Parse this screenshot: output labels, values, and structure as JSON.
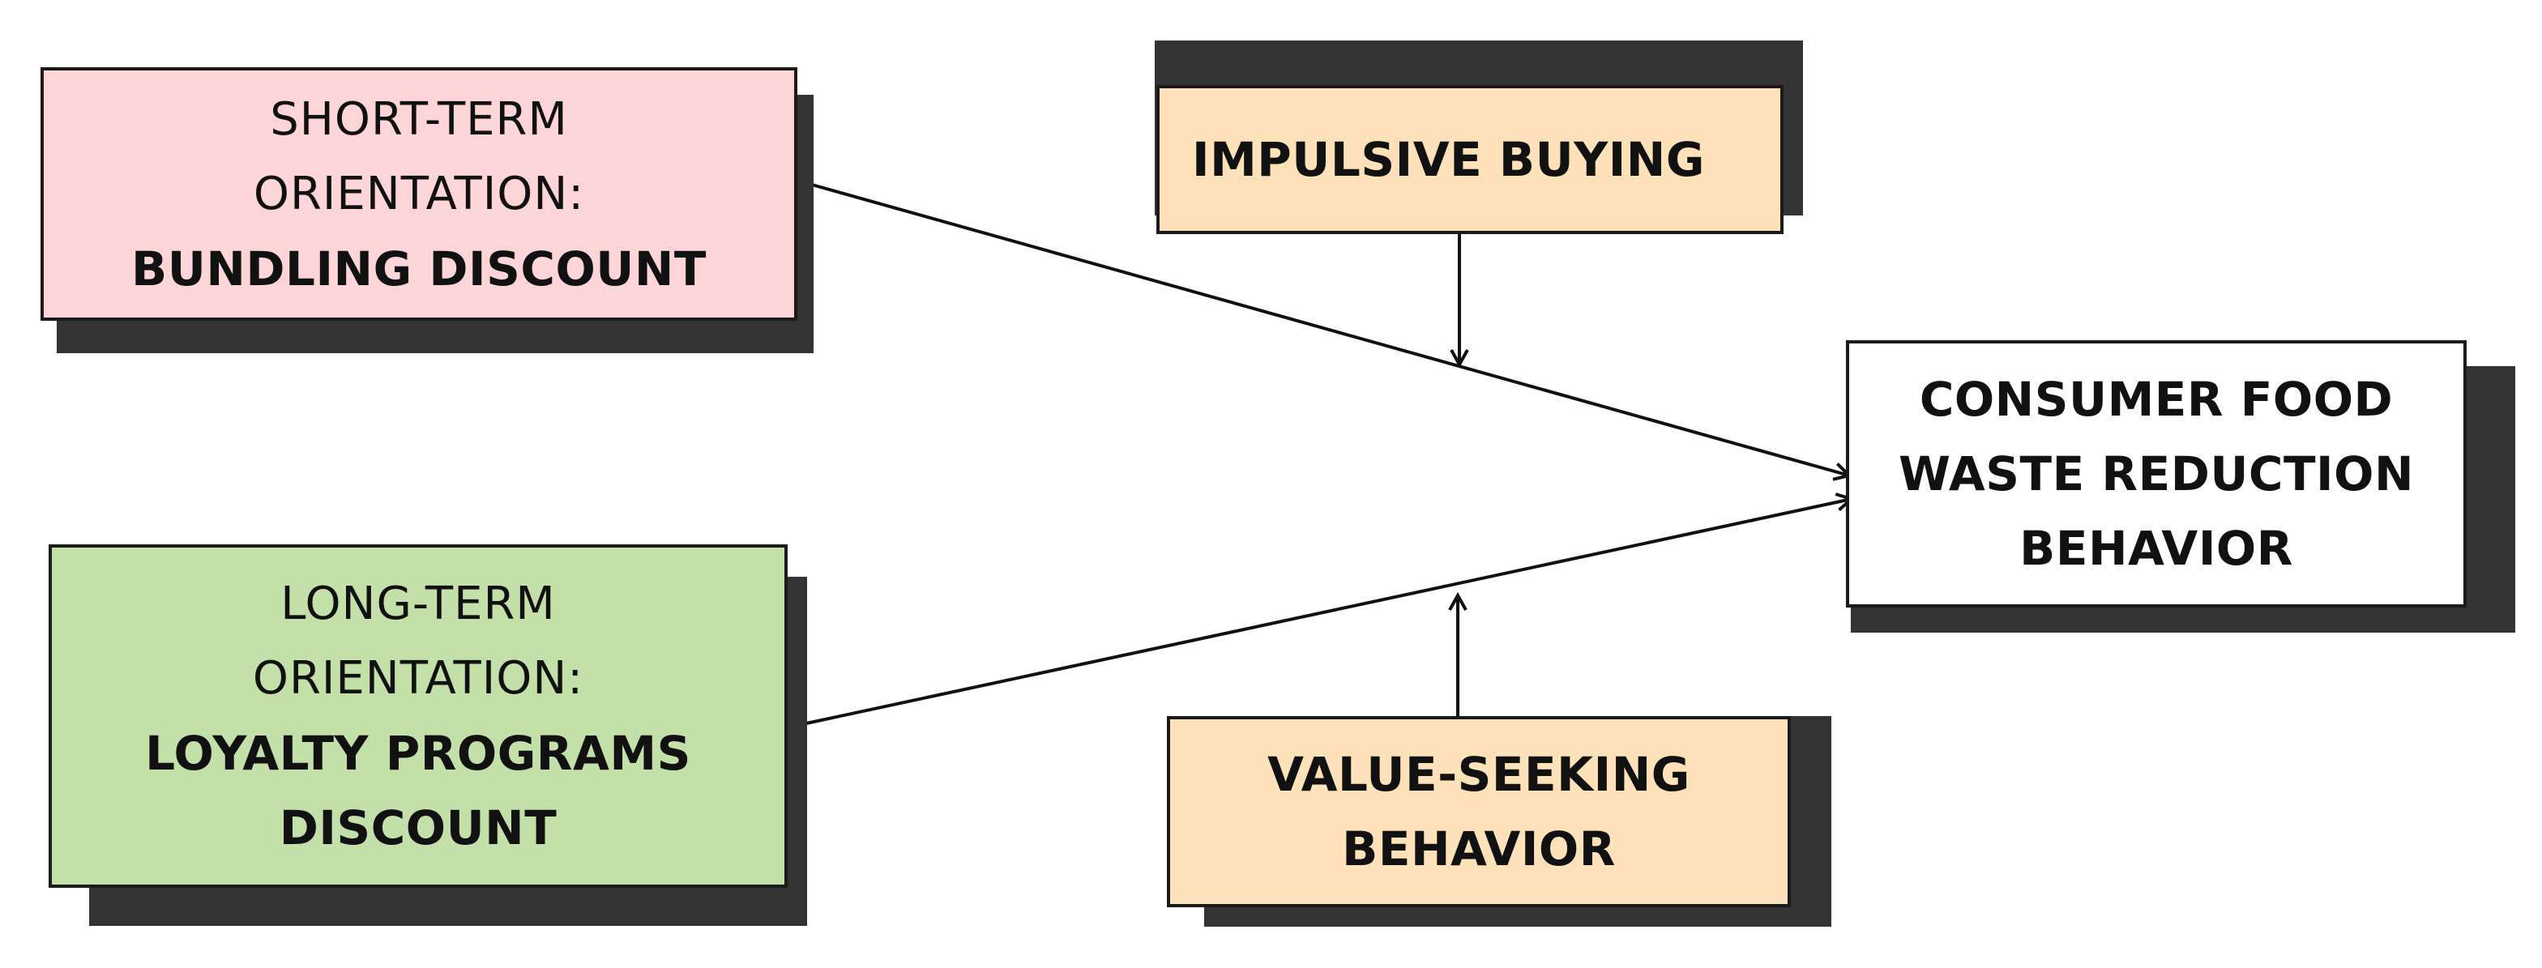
{
  "colors": {
    "short_term_fill": "#fdd5d6",
    "long_term_fill": "#c3dfaa",
    "moderator_fill": "#fde1b8",
    "outcome_fill": "#ffffff",
    "shadow": "#333333",
    "border": "#1a1a1a",
    "arrow": "#111111"
  },
  "nodes": {
    "short_term": {
      "line1": "SHORT-TERM",
      "line2": "ORIENTATION:",
      "line3": "BUNDLING DISCOUNT"
    },
    "long_term": {
      "line1": "LONG-TERM",
      "line2": "ORIENTATION:",
      "line3": "LOYALTY PROGRAMS",
      "line4": "DISCOUNT"
    },
    "impulsive": {
      "line1": "IMPULSIVE BUYING"
    },
    "value_seeking": {
      "line1": "VALUE-SEEKING",
      "line2": "BEHAVIOR"
    },
    "outcome": {
      "line1": "CONSUMER FOOD",
      "line2": "WASTE REDUCTION",
      "line3": "BEHAVIOR"
    }
  },
  "edges": [
    {
      "from": "short_term",
      "to": "outcome",
      "type": "direct"
    },
    {
      "from": "long_term",
      "to": "outcome",
      "type": "direct"
    },
    {
      "from": "impulsive",
      "to": "short_term→outcome",
      "type": "moderation"
    },
    {
      "from": "value_seeking",
      "to": "long_term→outcome",
      "type": "moderation"
    }
  ]
}
